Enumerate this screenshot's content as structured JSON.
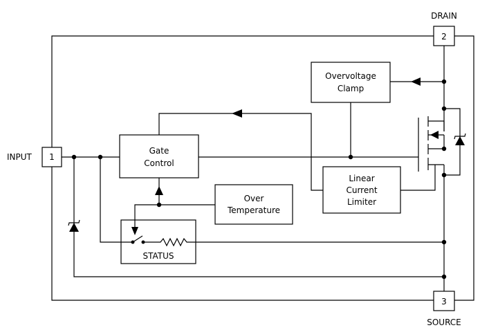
{
  "pins": {
    "drain": {
      "label": "DRAIN",
      "number": "2"
    },
    "input": {
      "label": "INPUT",
      "number": "1"
    },
    "source": {
      "label": "SOURCE",
      "number": "3"
    }
  },
  "blocks": {
    "overvoltage_clamp": {
      "line1": "Overvoltage",
      "line2": "Clamp"
    },
    "gate_control": {
      "line1": "Gate",
      "line2": "Control"
    },
    "linear_current_limiter": {
      "line1": "Linear",
      "line2": "Current",
      "line3": "Limiter"
    },
    "over_temperature": {
      "line1": "Over",
      "line2": "Temperature"
    },
    "status": {
      "label": "STATUS"
    }
  }
}
